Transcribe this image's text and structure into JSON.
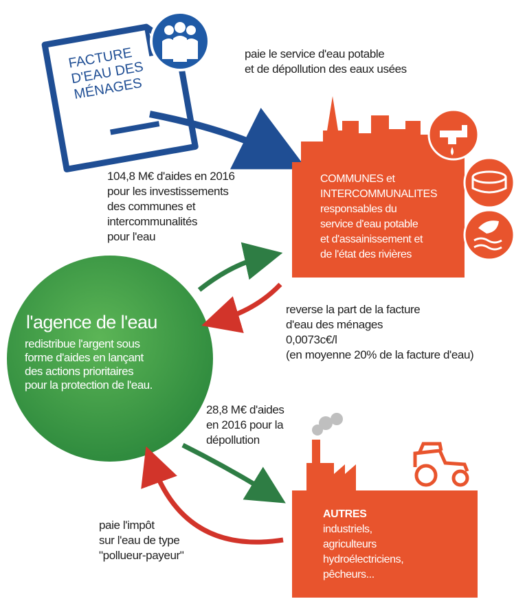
{
  "invoice": {
    "lines": [
      "FACTURE",
      "D'EAU DES",
      "MÉNAGES"
    ]
  },
  "top_label": {
    "line1": "paie le service d'eau potable",
    "line2": "et de dépollution des eaux usées"
  },
  "communes": {
    "title_line1": "COMMUNES et",
    "title_line2": "INTERCOMMUNALITES",
    "desc": [
      "responsables du",
      "service d'eau potable",
      "et d'assainissement et",
      "de l'état des rivières"
    ]
  },
  "aides_communes": {
    "lines": [
      "104,8 M€ d'aides en 2016",
      "pour les investissements",
      "des communes et",
      "intercommunalités",
      "pour l'eau"
    ]
  },
  "agence": {
    "title": "l'agence de l'eau",
    "desc": [
      "redistribue l'argent sous",
      "forme d'aides en lançant",
      "des actions prioritaires",
      "pour la protection de l'eau."
    ]
  },
  "reverse": {
    "lines": [
      "reverse la part de la facture",
      "d'eau des ménages",
      "0,0073c€/l",
      "(en moyenne 20% de la facture d'eau)"
    ]
  },
  "aides_depollution": {
    "lines": [
      "28,8 M€ d'aides",
      "en 2016 pour la",
      "dépollution"
    ]
  },
  "autres": {
    "title": "AUTRES",
    "desc": [
      "industriels,",
      "agriculteurs",
      "hydroélectriciens,",
      "pêcheurs..."
    ]
  },
  "impot": {
    "lines": [
      "paie l'impôt",
      "sur l'eau de type",
      "\"pollueur-payeur\""
    ]
  },
  "colors": {
    "blue": "#1f4e94",
    "orange": "#e8542d",
    "green": "#3e9a44",
    "dark_green": "#2e7d44",
    "red_arrow": "#d2342a"
  }
}
